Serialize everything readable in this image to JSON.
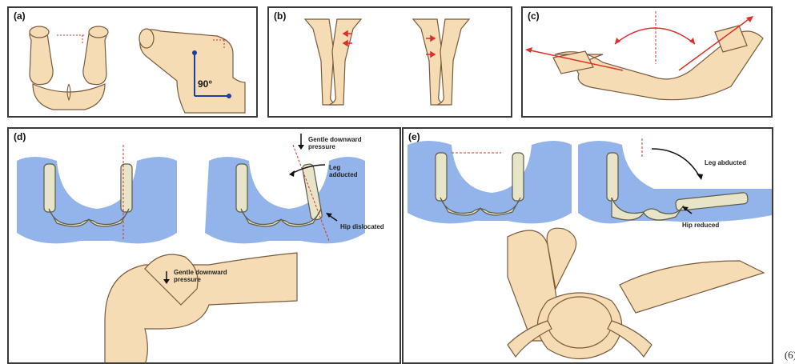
{
  "panels": {
    "a": {
      "label": "(a)",
      "angle": "90°"
    },
    "b": {
      "label": "(b)"
    },
    "c": {
      "label": "(c)"
    },
    "d": {
      "label": "(d)",
      "annotations": {
        "pressure_top": "Gentle downward pressure",
        "leg_adducted": "Leg adducted",
        "hip_dislocated": "Hip dislocated",
        "pressure_bottom": "Gentle downward pressure"
      }
    },
    "e": {
      "label": "(e)",
      "annotations": {
        "leg_abducted": "Leg abducted",
        "hip_reduced": "Hip reduced"
      }
    }
  },
  "citation": "(6)",
  "colors": {
    "skin": "#f5dcb4",
    "skin_outline": "#7a5a3c",
    "pelvis_bg": "#93b4ea",
    "bone": "#e8e4c8",
    "marker": "#d9312b",
    "border": "#3a3a3a"
  },
  "icons": [
    "arrow-down-icon",
    "arrow-curved-icon",
    "arrow-diagonal-icon"
  ]
}
